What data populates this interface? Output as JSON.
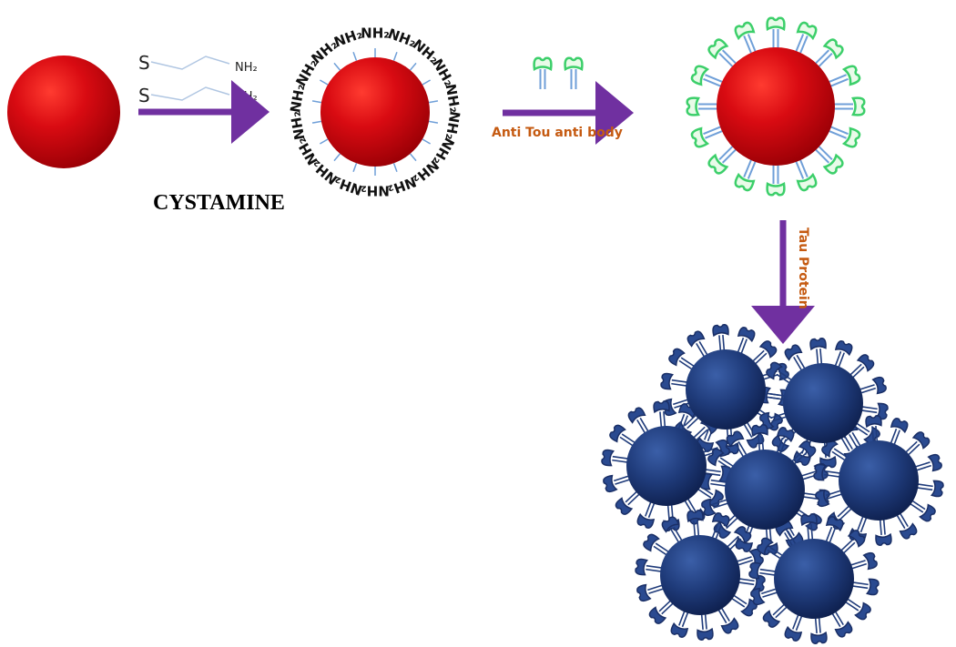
{
  "labels": {
    "cystamine": "CYSTAMINE",
    "anti_tau_antibody": "Anti Tou anti body",
    "tau_protein": "Tau Protein"
  },
  "cystamine_structure": {
    "sulfur_1": "S",
    "sulfur_2": "S",
    "amine_1": "NH₂",
    "amine_2": "NH₂"
  },
  "amine_group": "NH₂",
  "colors": {
    "gold_np": "#c8060b",
    "arrow": "#7030a0",
    "label_orange": "#c55a11",
    "antibody_stem": "#6f9fd8",
    "antibody_head": "#3ccf6a",
    "aggregate_np": "#1f3b7a"
  },
  "icons": [
    "gold-nanoparticle-icon",
    "cystamine-molecule-icon",
    "antibody-icon",
    "aggregated-nanoparticle-icon"
  ]
}
